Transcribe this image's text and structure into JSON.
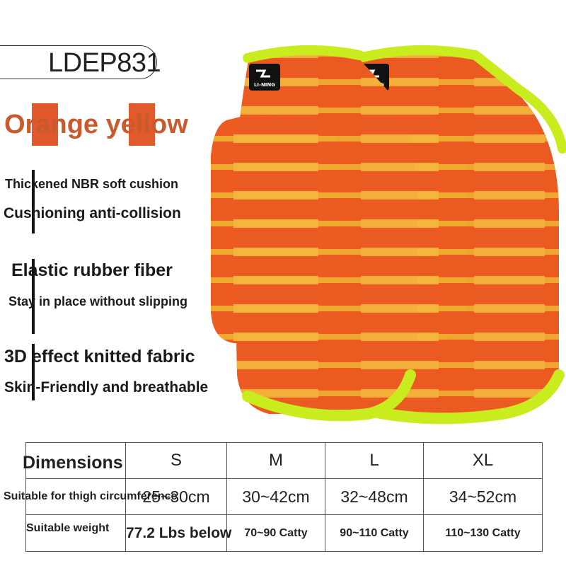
{
  "model": "LDEP831",
  "color_name": "Orange yellow",
  "colors": {
    "swatch": "#e2572b",
    "color_name_text": "#c85a2e",
    "pad_orange": "#ea5a21",
    "stripe_yellow": "#f2b632",
    "trim_lime": "#c9ec1e"
  },
  "features": [
    {
      "title": "Thickened NBR soft cushion",
      "subtitle": "Cushioning anti-collision"
    },
    {
      "title": "Elastic rubber fiber",
      "subtitle": "Stay in place without slipping"
    },
    {
      "title": "3D effect knitted fabric",
      "subtitle": "Skin-Friendly and breathable"
    }
  ],
  "brand_logo": "LI-NING",
  "table": {
    "header_label": "Dimensions",
    "sizes": [
      "S",
      "M",
      "L",
      "XL"
    ],
    "thigh_label": "Suitable for thigh circumference",
    "thigh": [
      "25~30cm",
      "30~42cm",
      "32~48cm",
      "34~52cm"
    ],
    "weight_label": "Suitable weight",
    "weight": [
      "77.2 Lbs below",
      "70~90 Catty",
      "90~110 Catty",
      "110~130 Catty"
    ]
  }
}
